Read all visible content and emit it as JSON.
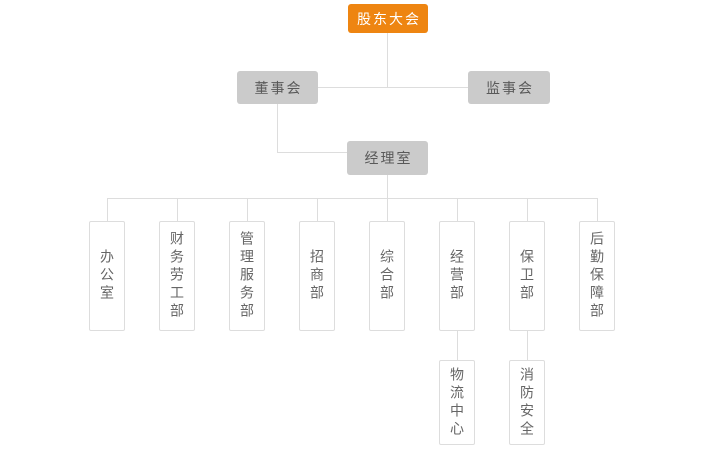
{
  "org_chart": {
    "root": {
      "label": "股东大会"
    },
    "boards": [
      {
        "label": "董事会",
        "parent": "股东大会"
      },
      {
        "label": "监事会",
        "parent": "股东大会"
      }
    ],
    "manager_office": {
      "label": "经理室",
      "parent": "董事会"
    },
    "departments": [
      {
        "label": "办公室",
        "parent": "经理室"
      },
      {
        "label": "财务劳工部",
        "parent": "经理室"
      },
      {
        "label": "管理服务部",
        "parent": "经理室"
      },
      {
        "label": "招商部",
        "parent": "经理室"
      },
      {
        "label": "综合部",
        "parent": "经理室"
      },
      {
        "label": "经营部",
        "parent": "经理室"
      },
      {
        "label": "保卫部",
        "parent": "经理室"
      },
      {
        "label": "后勤保障部",
        "parent": "经理室"
      }
    ],
    "sub_departments": [
      {
        "label": "物流中心",
        "parent": "经营部"
      },
      {
        "label": "消防安全",
        "parent": "保卫部"
      }
    ],
    "colors": {
      "root_bg": "#ee8511",
      "root_text": "#ffffff",
      "node_bg": "#cbcbcb",
      "node_text": "#595959",
      "dept_border": "#dddddd",
      "dept_text": "#666666",
      "line": "#dddddd",
      "page_bg": "#ffffff"
    }
  }
}
